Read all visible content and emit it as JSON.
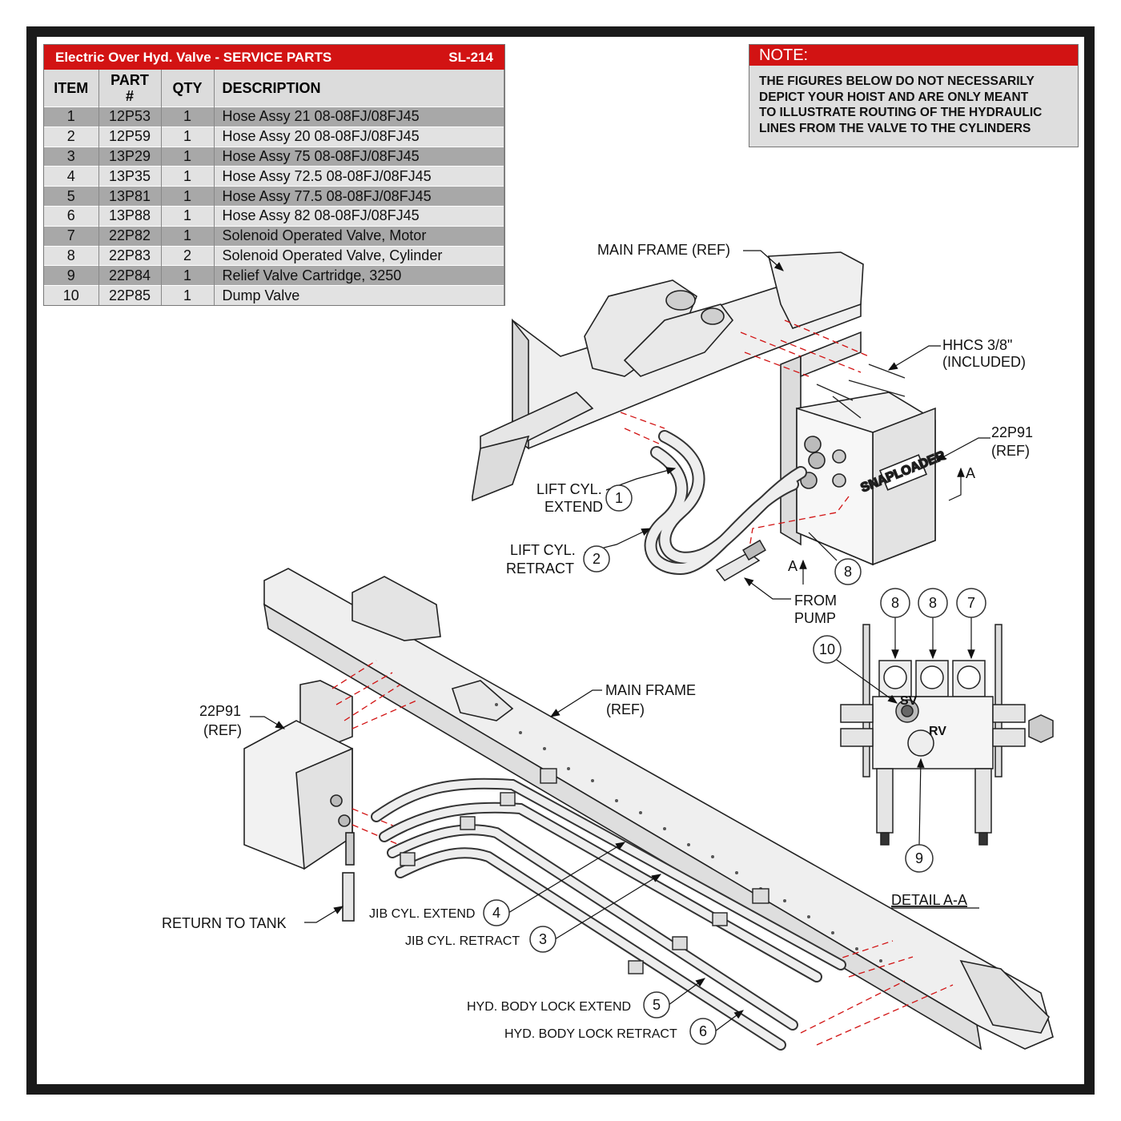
{
  "table": {
    "title": "Electric Over Hyd. Valve - SERVICE PARTS",
    "code": "SL-214",
    "headers": {
      "item": "ITEM",
      "part_line1": "PART",
      "part_line2": "#",
      "qty": "QTY",
      "description": "DESCRIPTION"
    },
    "rows": [
      {
        "item": "1",
        "part": "12P53",
        "qty": "1",
        "description": "Hose Assy 21 08-08FJ/08FJ45"
      },
      {
        "item": "2",
        "part": "12P59",
        "qty": "1",
        "description": "Hose Assy 20 08-08FJ/08FJ45"
      },
      {
        "item": "3",
        "part": "13P29",
        "qty": "1",
        "description": "Hose Assy 75 08-08FJ/08FJ45"
      },
      {
        "item": "4",
        "part": "13P35",
        "qty": "1",
        "description": "Hose Assy 72.5 08-08FJ/08FJ45"
      },
      {
        "item": "5",
        "part": "13P81",
        "qty": "1",
        "description": "Hose Assy 77.5 08-08FJ/08FJ45"
      },
      {
        "item": "6",
        "part": "13P88",
        "qty": "1",
        "description": "Hose Assy 82 08-08FJ/08FJ45"
      },
      {
        "item": "7",
        "part": "22P82",
        "qty": "1",
        "description": "Solenoid Operated Valve, Motor"
      },
      {
        "item": "8",
        "part": "22P83",
        "qty": "2",
        "description": "Solenoid Operated Valve, Cylinder"
      },
      {
        "item": "9",
        "part": "22P84",
        "qty": "1",
        "description": "Relief Valve Cartridge, 3250"
      },
      {
        "item": "10",
        "part": "22P85",
        "qty": "1",
        "description": "Dump Valve"
      }
    ]
  },
  "note": {
    "title": "NOTE:",
    "lines": [
      "THE FIGURES BELOW DO NOT NECESSARILY",
      "DEPICT YOUR HOIST AND ARE ONLY MEANT",
      "TO ILLUSTRATE ROUTING OF THE HYDRAULIC",
      "LINES FROM THE VALVE TO THE CYLINDERS"
    ]
  },
  "labels": {
    "main_frame_ref_top": "MAIN FRAME (REF)",
    "hhcs_line1": "HHCS 3/8\"",
    "hhcs_line2": "(INCLUDED)",
    "p91_top_line1": "22P91",
    "p91_top_line2": "(REF)",
    "section_a_right": "A",
    "section_a_bottom": "A",
    "lift_extend_line1": "LIFT CYL.",
    "lift_extend_line2": "EXTEND",
    "lift_retract_line1": "LIFT CYL.",
    "lift_retract_line2": "RETRACT",
    "from_pump_line1": "FROM",
    "from_pump_line2": "PUMP",
    "main_frame_bottom_line1": "MAIN FRAME",
    "main_frame_bottom_line2": "(REF)",
    "p91_bottom_line1": "22P91",
    "p91_bottom_line2": "(REF)",
    "return_to_tank": "RETURN TO TANK",
    "jib_extend": "JIB CYL. EXTEND",
    "jib_retract": "JIB CYL. RETRACT",
    "body_lock_extend": "HYD. BODY LOCK EXTEND",
    "body_lock_retract": "HYD. BODY LOCK RETRACT",
    "detail_aa": "DETAIL A-A",
    "box_brand": "SNAPLOADER",
    "sv_mark": "SV",
    "rv_mark": "RV"
  },
  "balloons": {
    "b1": "1",
    "b2": "2",
    "b8_top": "8",
    "b8_a": "8",
    "b8_b": "8",
    "b7": "7",
    "b10": "10",
    "b9": "9",
    "b4": "4",
    "b3": "3",
    "b5": "5",
    "b6": "6"
  },
  "colors": {
    "accent_red": "#d21313",
    "frame": "#1a1a1a",
    "row_dark": "#a8a8a8",
    "row_light": "#e2e2e2"
  }
}
